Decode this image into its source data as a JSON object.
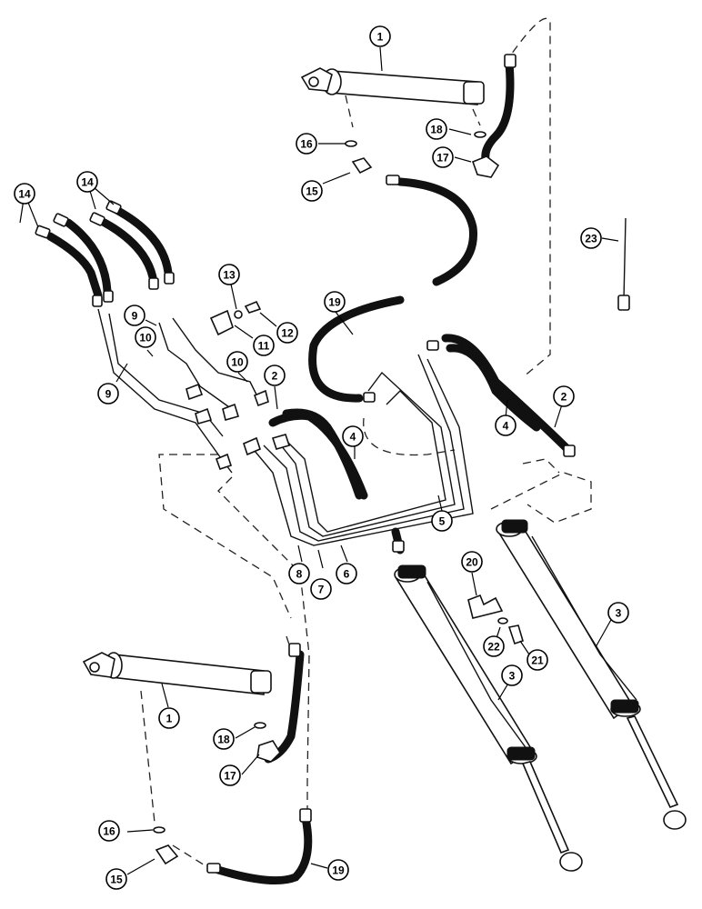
{
  "callouts": [
    {
      "id": "c1a",
      "label": "1"
    },
    {
      "id": "c1b",
      "label": "1"
    },
    {
      "id": "c2a",
      "label": "2"
    },
    {
      "id": "c2b",
      "label": "2"
    },
    {
      "id": "c3a",
      "label": "3"
    },
    {
      "id": "c3b",
      "label": "3"
    },
    {
      "id": "c4a",
      "label": "4"
    },
    {
      "id": "c4b",
      "label": "4"
    },
    {
      "id": "c5",
      "label": "5"
    },
    {
      "id": "c6",
      "label": "6"
    },
    {
      "id": "c7",
      "label": "7"
    },
    {
      "id": "c8",
      "label": "8"
    },
    {
      "id": "c9a",
      "label": "9"
    },
    {
      "id": "c9b",
      "label": "9"
    },
    {
      "id": "c10a",
      "label": "10"
    },
    {
      "id": "c10b",
      "label": "10"
    },
    {
      "id": "c11",
      "label": "11"
    },
    {
      "id": "c12",
      "label": "12"
    },
    {
      "id": "c13",
      "label": "13"
    },
    {
      "id": "c14a",
      "label": "14"
    },
    {
      "id": "c14b",
      "label": "14"
    },
    {
      "id": "c15a",
      "label": "15"
    },
    {
      "id": "c15b",
      "label": "15"
    },
    {
      "id": "c16a",
      "label": "16"
    },
    {
      "id": "c16b",
      "label": "16"
    },
    {
      "id": "c17a",
      "label": "17"
    },
    {
      "id": "c17b",
      "label": "17"
    },
    {
      "id": "c18a",
      "label": "18"
    },
    {
      "id": "c18b",
      "label": "18"
    },
    {
      "id": "c19a",
      "label": "19"
    },
    {
      "id": "c19b",
      "label": "19"
    },
    {
      "id": "c20",
      "label": "20"
    },
    {
      "id": "c21",
      "label": "21"
    },
    {
      "id": "c22",
      "label": "22"
    },
    {
      "id": "c23",
      "label": "23"
    }
  ]
}
